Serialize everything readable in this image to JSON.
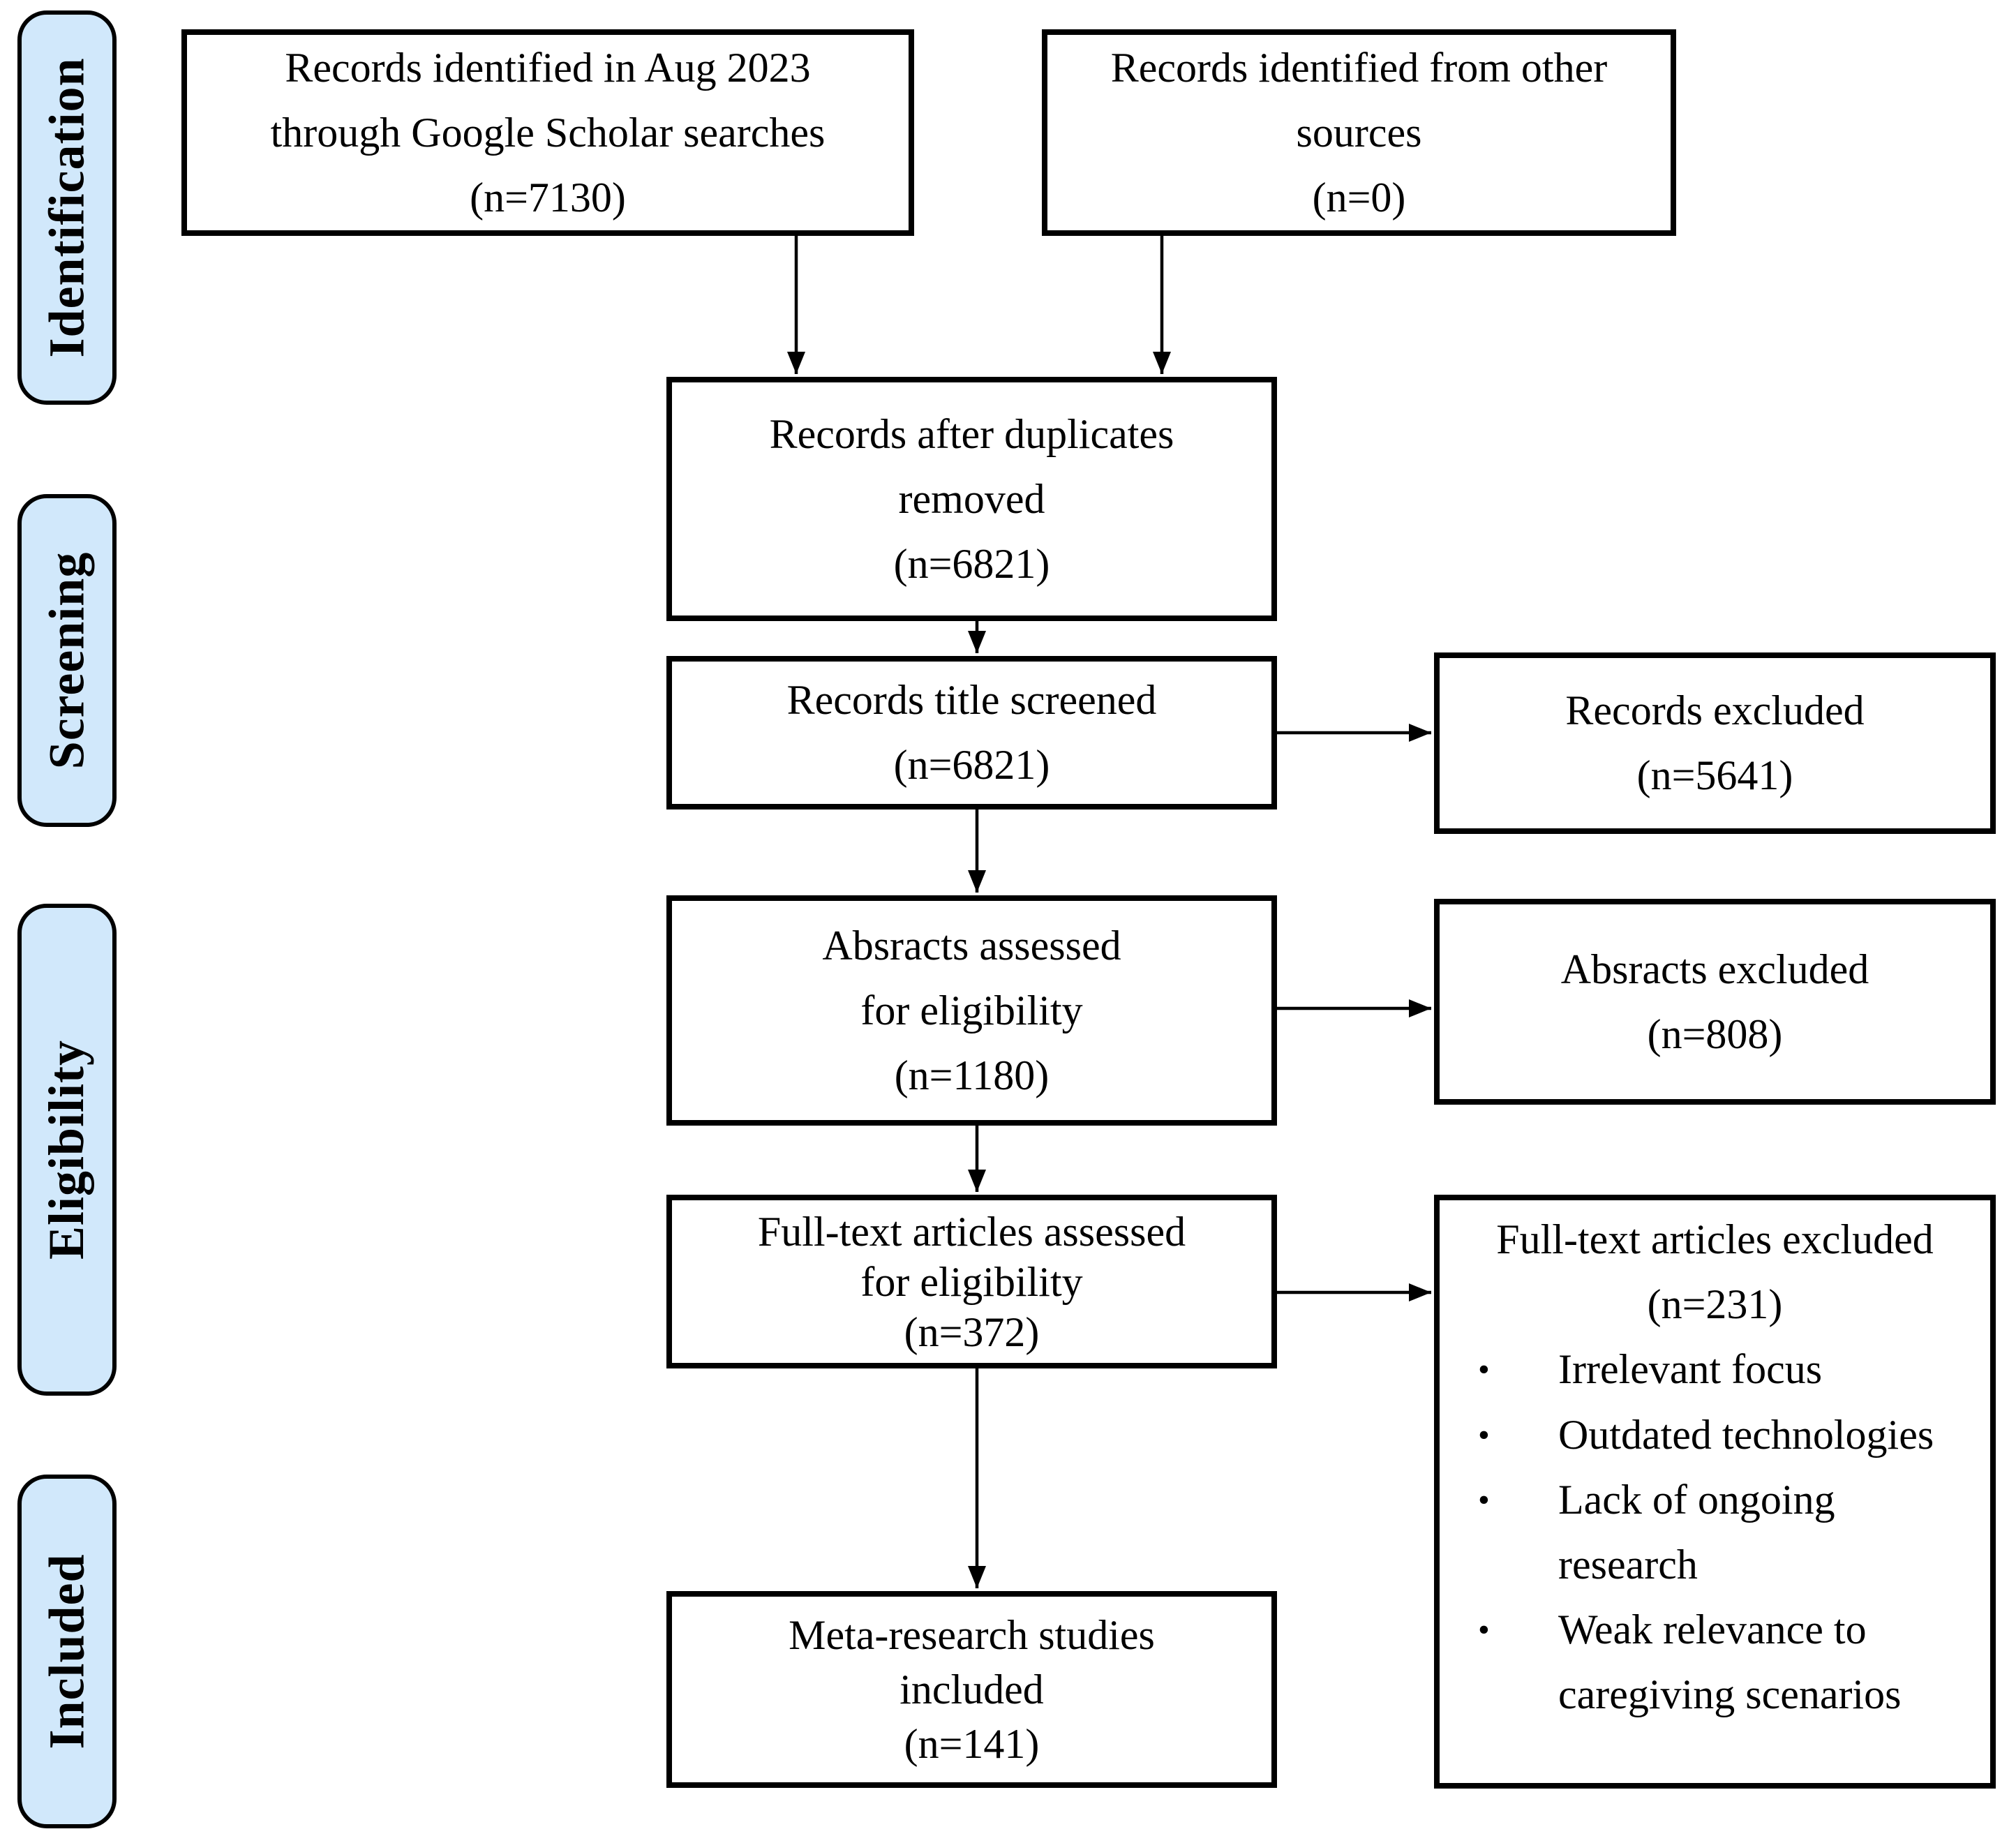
{
  "diagram": {
    "type": "prisma-flow",
    "stages": [
      {
        "id": "identification",
        "label": "Identification"
      },
      {
        "id": "screening",
        "label": "Screening"
      },
      {
        "id": "eligibility",
        "label": "Eligibility"
      },
      {
        "id": "included",
        "label": "Included"
      }
    ],
    "boxes": {
      "google_scholar": {
        "lines": [
          "Records identified in Aug 2023",
          "through Google Scholar searches",
          "(n=7130)"
        ]
      },
      "other_sources": {
        "lines": [
          "Records identified from other",
          "sources",
          "(n=0)"
        ]
      },
      "duplicates_removed": {
        "lines": [
          "Records after duplicates",
          "removed",
          "(n=6821)"
        ]
      },
      "title_screened": {
        "lines": [
          "Records title screened",
          "(n=6821)"
        ]
      },
      "abstracts_assessed": {
        "lines": [
          "Absracts assessed",
          "for eligibility",
          "(n=1180)"
        ]
      },
      "fulltext_assessed": {
        "lines": [
          "Full-text articles assessed",
          "for eligibility",
          "(n=372)"
        ]
      },
      "meta_included": {
        "lines": [
          "Meta-research studies",
          "included",
          "(n=141)"
        ]
      },
      "records_excluded": {
        "lines": [
          "Records excluded",
          "(n=5641)"
        ]
      },
      "abstracts_excluded": {
        "lines": [
          "Absracts excluded",
          "(n=808)"
        ]
      },
      "fulltext_excluded": {
        "title_lines": [
          "Full-text articles excluded",
          "(n=231)"
        ],
        "bullet_glyph": "•",
        "bullets": [
          "Irrelevant focus",
          "Outdated technologies",
          "Lack of ongoing research",
          "Weak relevance to caregiving scenarios"
        ]
      }
    },
    "colors": {
      "stage_fill": "#d1e8fb",
      "line": "#000000",
      "background": "#ffffff"
    }
  }
}
